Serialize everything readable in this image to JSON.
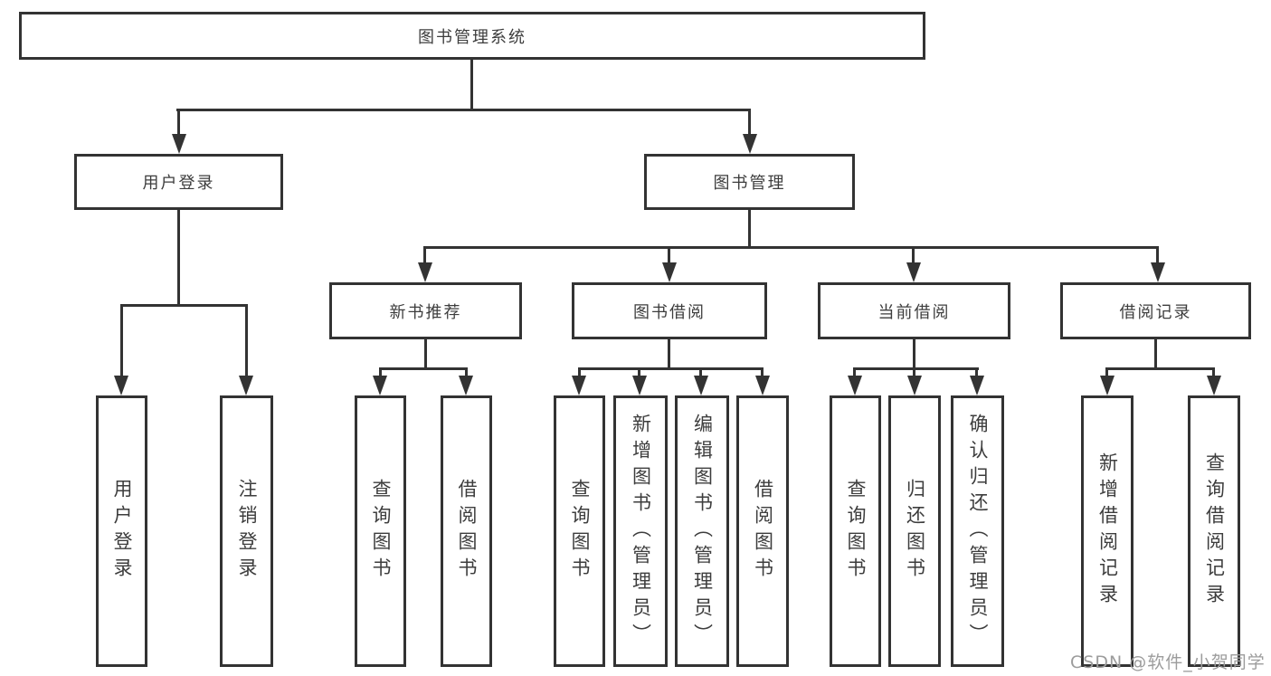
{
  "diagram": {
    "title_node": "图书管理系统",
    "level2": {
      "user_login": "用户登录",
      "book_management": "图书管理"
    },
    "level3": {
      "new_book_rec": "新书推荐",
      "book_borrow": "图书借阅",
      "current_borrow": "当前借阅",
      "borrow_records": "借阅记录"
    },
    "leaves": {
      "user_login": [
        "用户登录",
        "注销登录"
      ],
      "new_book_rec": [
        "查询图书",
        "借阅图书"
      ],
      "book_borrow": [
        "查询图书",
        "新增图书（管理员）",
        "编辑图书（管理员）",
        "借阅图书"
      ],
      "current_borrow": [
        "查询图书",
        "归还图书",
        "确认归还（管理员）"
      ],
      "borrow_records": [
        "新增借阅记录",
        "查询借阅记录"
      ]
    },
    "line_color": "#333333"
  },
  "watermark": {
    "text": "CSDN @软件_小贺同学",
    "color": "#9c9c9c"
  }
}
